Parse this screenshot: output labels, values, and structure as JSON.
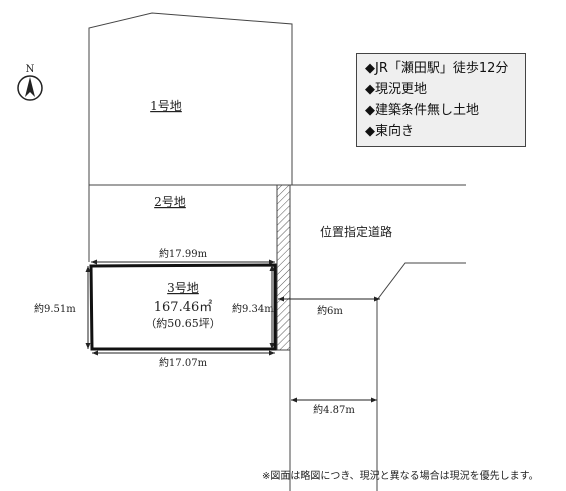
{
  "compass": {
    "label": "N"
  },
  "lots": {
    "lot1": {
      "label": "1号地"
    },
    "lot2": {
      "label": "2号地"
    },
    "lot3": {
      "label": "3号地",
      "area_m2": "167.46㎡",
      "area_tsubo": "（約50.65坪）"
    }
  },
  "road": {
    "label": "位置指定道路"
  },
  "dimensions": {
    "top": "約17.99m",
    "bottom": "約17.07m",
    "left": "約9.51m",
    "right": "約9.34m",
    "road_width_upper": "約6m",
    "road_width_lower": "約4.87m"
  },
  "info": [
    "◆JR「瀬田駅」徒歩12分",
    "◆現況更地",
    "◆建築条件無し土地",
    "◆東向き"
  ],
  "footnote": "※図面は略図につき、現況と異なる場合は現況を優先します。",
  "colors": {
    "line": "#444444",
    "lot3_border": "#111111",
    "info_bg": "#efefef"
  }
}
